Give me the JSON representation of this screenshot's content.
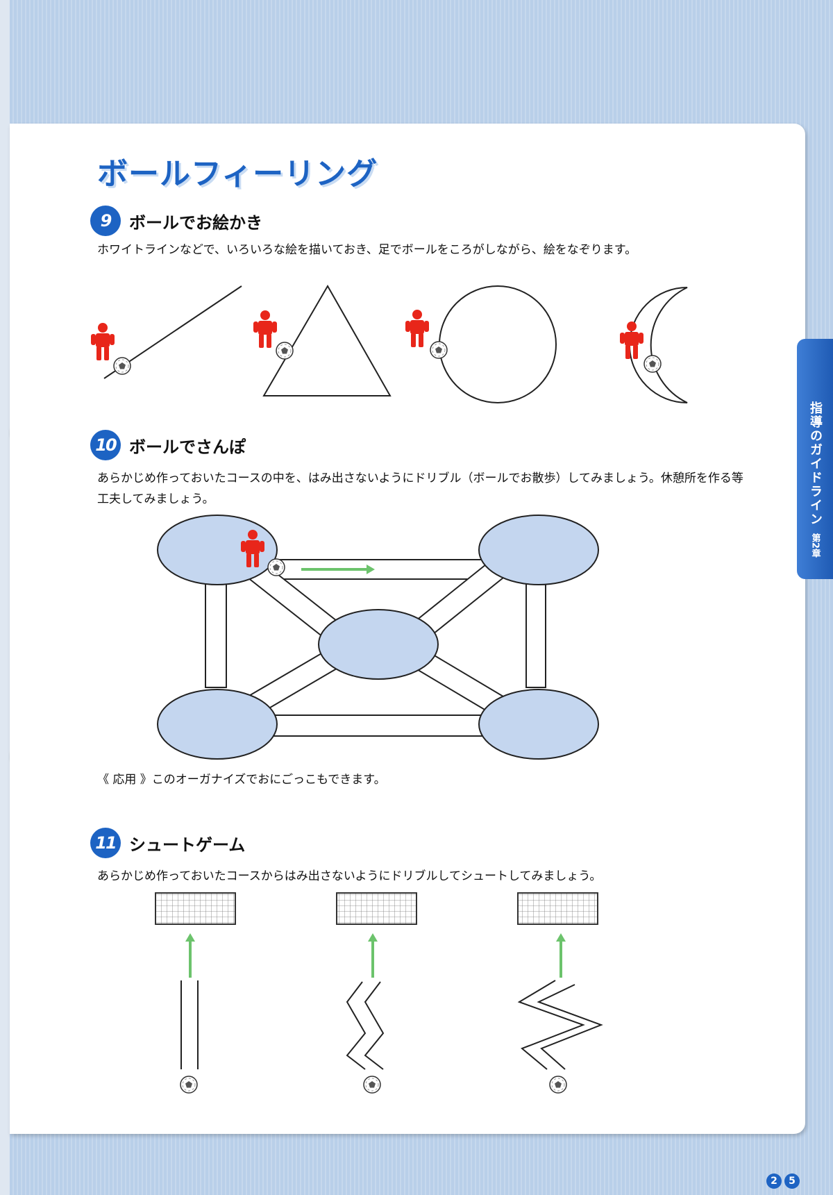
{
  "page": {
    "title": "ボールフィーリング",
    "side_tab": {
      "title": "指導のガイドライン",
      "chapter": "第2章"
    },
    "page_numbers": [
      "2",
      "5"
    ]
  },
  "sections": [
    {
      "number": "9",
      "title": "ボールでお絵かき",
      "description": "ホワイトラインなどで、いろいろな絵を描いておき、足でボールをころがしながら、絵をなぞります。"
    },
    {
      "number": "10",
      "title": "ボールでさんぽ",
      "description": "あらかじめ作っておいたコースの中を、はみ出さないようにドリブル（ボールでお散歩）してみましょう。休憩所を作る等工夫してみましょう。",
      "note": "《 応用 》このオーガナイズでおにごっこもできます。"
    },
    {
      "number": "11",
      "title": "シュートゲーム",
      "description": "あらかじめ作っておいたコースからはみ出さないようにドリブルしてシュートしてみましょう。"
    }
  ],
  "colors": {
    "accent_blue": "#1d63c3",
    "player_red": "#e8261a",
    "arrow_green": "#6cc36c",
    "oval_fill": "#c4d6ef"
  }
}
